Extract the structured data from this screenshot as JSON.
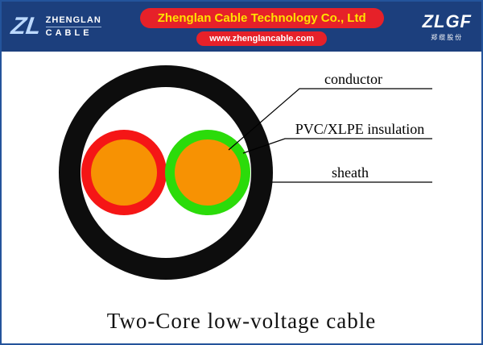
{
  "header": {
    "logo": {
      "monogram": "ZL",
      "line1": "ZHENGLAN",
      "line2": "CABLE"
    },
    "company_pill": "Zhenglan Cable Technology Co., Ltd",
    "website_pill": "www.zhenglancable.com",
    "right_logo": {
      "text": "ZLGF",
      "subtext": "郑缆股份"
    },
    "colors": {
      "banner_bg": "#1c3f7d",
      "pill_bg": "#e62129",
      "company_text": "#ffe100",
      "website_text": "#ffffff"
    }
  },
  "diagram": {
    "labels": {
      "conductor": "conductor",
      "insulation": "PVC/XLPE insulation",
      "sheath": "sheath"
    },
    "colors": {
      "sheath": "#0d0d0d",
      "core_background": "#ffffff",
      "insulation_left": "#f51616",
      "insulation_right": "#2bdb0a",
      "conductor": "#f79203",
      "leader_line": "#000000"
    }
  },
  "caption": "Two-Core low-voltage cable"
}
